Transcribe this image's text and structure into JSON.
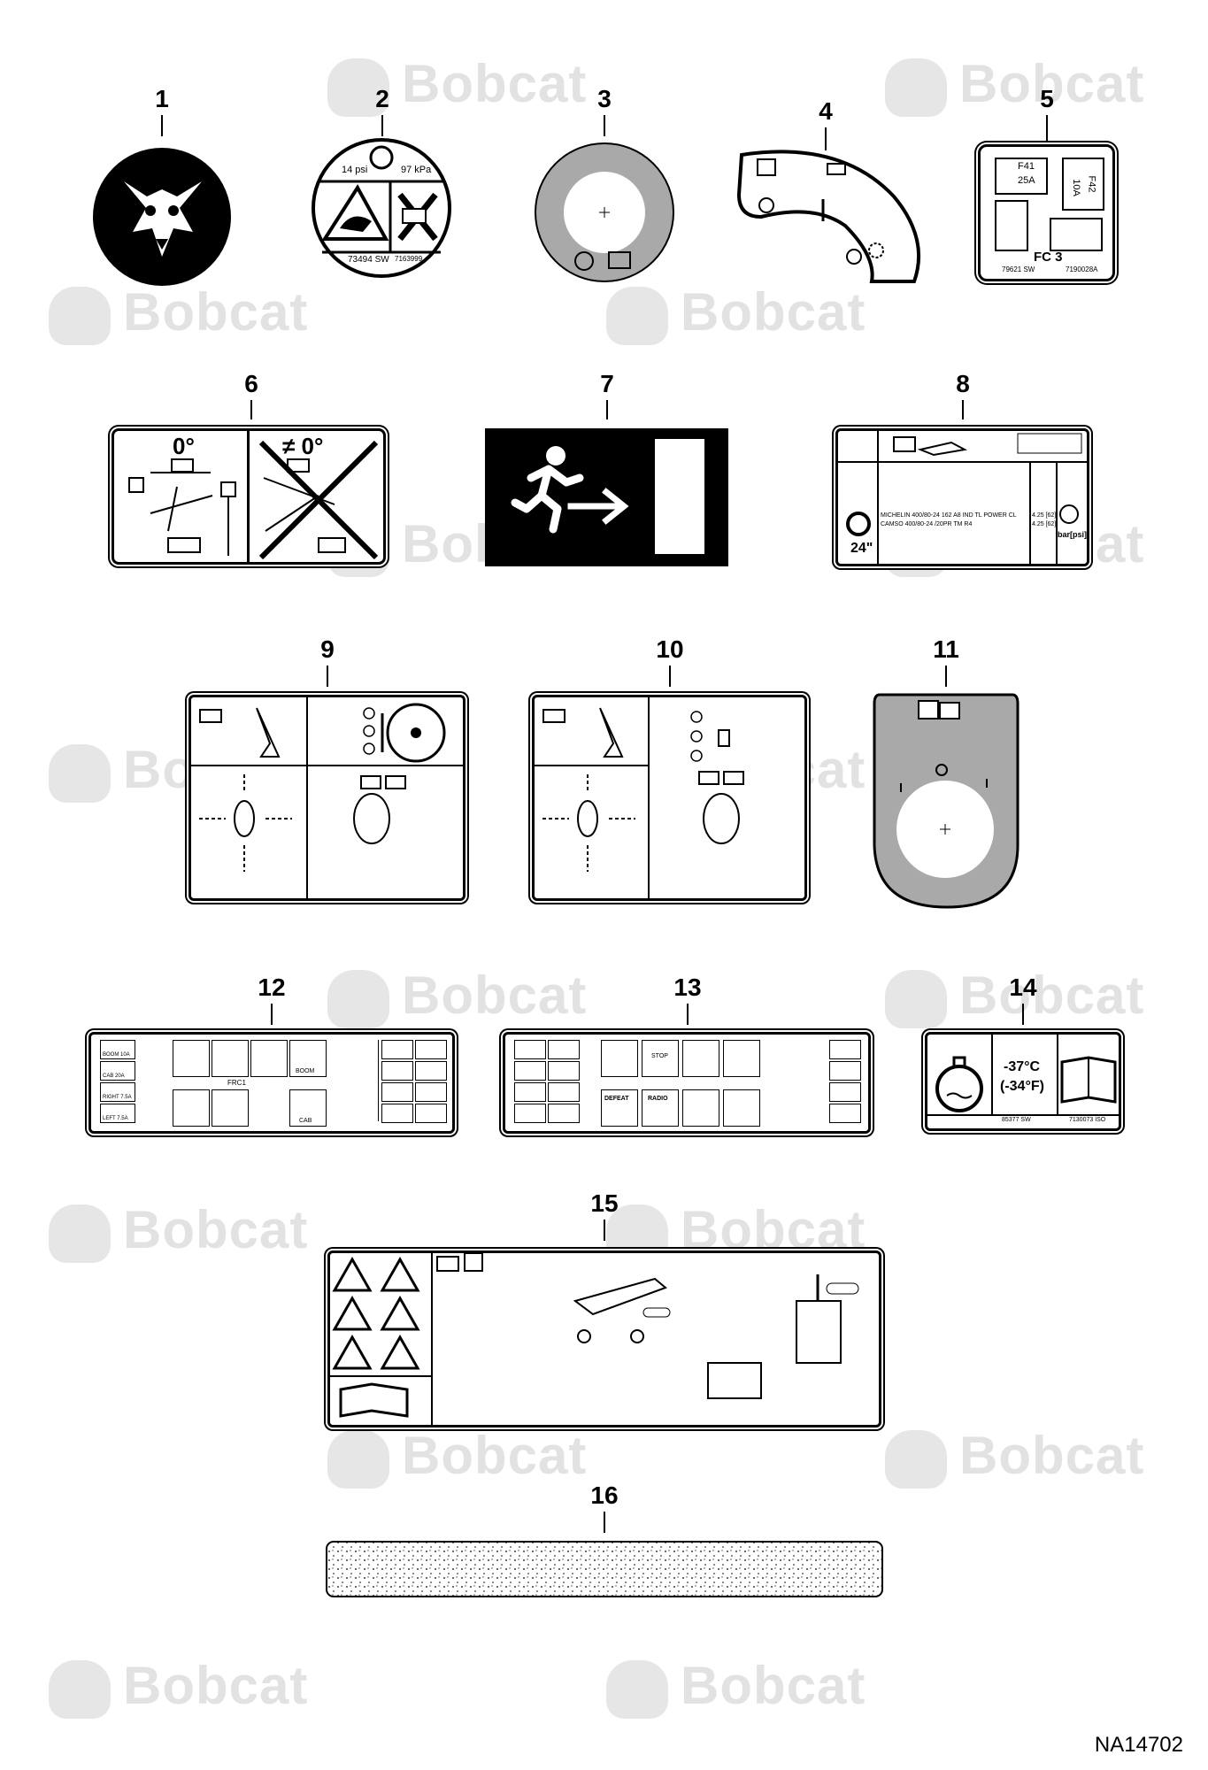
{
  "watermark": {
    "brand": "Bobcat"
  },
  "drawing_code": "NA14702",
  "callouts": [
    "1",
    "2",
    "3",
    "4",
    "5",
    "6",
    "7",
    "8",
    "9",
    "10",
    "11",
    "12",
    "13",
    "14",
    "15",
    "16"
  ],
  "decal2": {
    "pressure_psi": "14 psi",
    "pressure_kpa": "97 kPa",
    "part_left": "73494 SW",
    "part_right": "7163999"
  },
  "decal5": {
    "fuse_left": "F41",
    "fuse_left_amp": "25A",
    "fuse_right": "F42",
    "fuse_right_amp": "10A",
    "box": "FC 3",
    "part_left": "79621 SW",
    "part_right": "7190028A"
  },
  "decal6": {
    "angle_ok": "0°",
    "angle_no": "≠ 0°"
  },
  "decal8": {
    "tire1": "MICHELIN 400/80-24 162 A8 IND TL POWER CL",
    "tire2": "CAMSO 400/80-24 /20PR TM R4",
    "p1": "4.25 [62]",
    "p2": "4.25 [62]",
    "unit": "bar[psi]",
    "rim": "24\""
  },
  "decal12": {
    "r2": "BOOM",
    "r3": "CAB",
    "frc": "FRC1",
    "f5": "BOOM 10A",
    "f6": "CAB 20A",
    "f7": "RIGHT 7.5A",
    "f8": "LEFT 7.5A"
  },
  "decal13": {
    "r13": "DEFEAT",
    "r14": "RADIO",
    "r11": "STOP"
  },
  "decal14": {
    "temp_c": "-37°C",
    "temp_f": "(-34°F)",
    "part_left": "85377 SW",
    "part_right": "7130073 ISO"
  }
}
